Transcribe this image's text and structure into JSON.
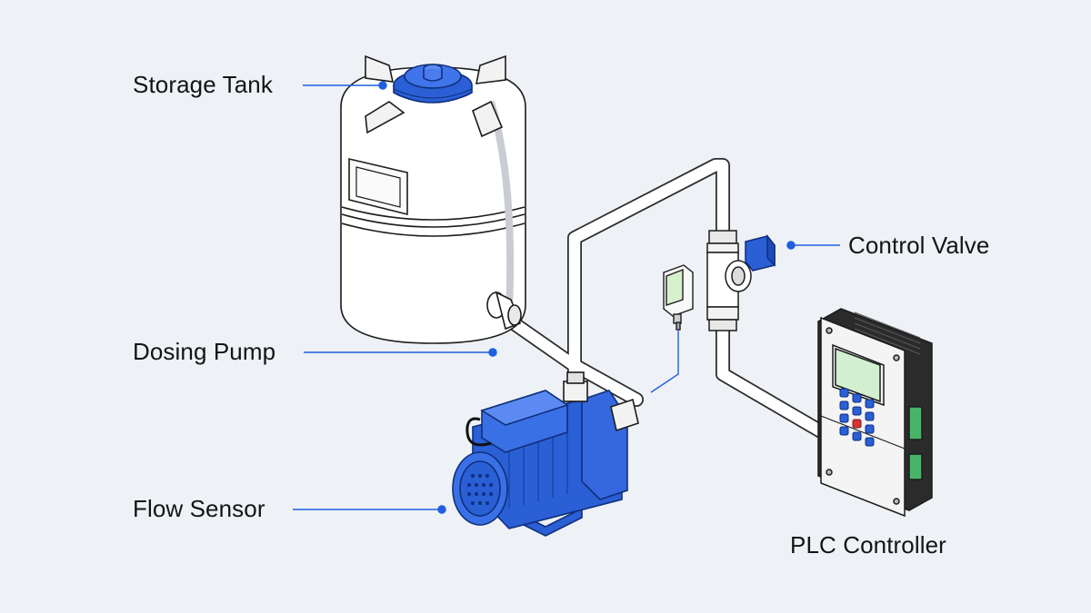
{
  "diagram": {
    "labels": {
      "storage_tank": "Storage Tank",
      "dosing_pump": "Dosing Pump",
      "flow_sensor": "Flow Sensor",
      "control_valve": "Control Valve",
      "plc_controller": "PLC Controller"
    }
  },
  "colors": {
    "background": "#eef1f5",
    "accent_blue": "#1f5fe0",
    "pump_blue": "#2a5fd6",
    "outline": "#1c1c1c",
    "label_text": "#141414"
  }
}
